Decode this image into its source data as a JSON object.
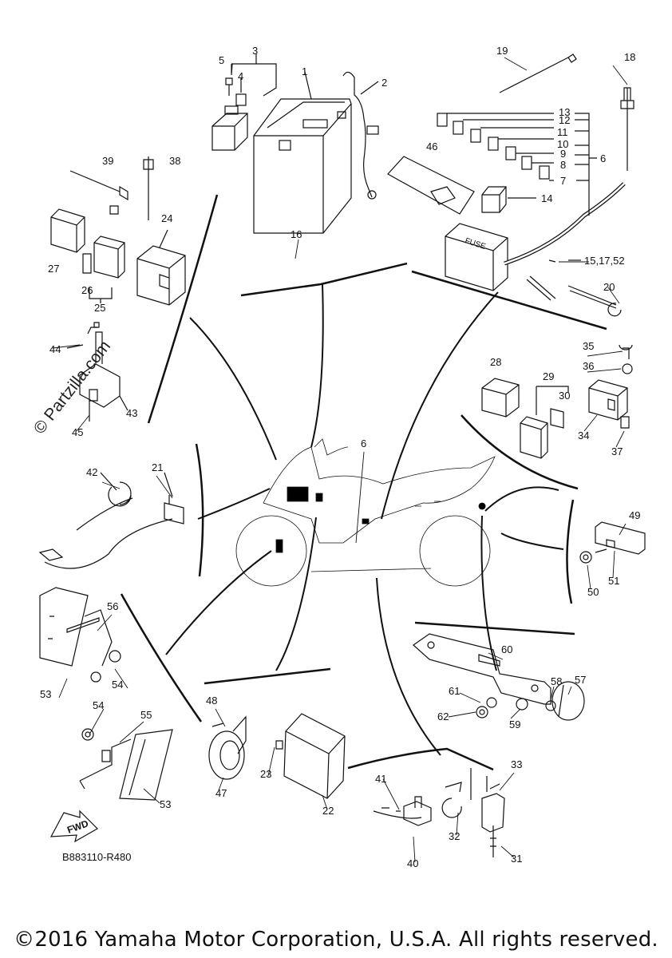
{
  "watermark": "© Partzilla.com",
  "diagram_code": "B883110-R480",
  "fwd_label": "FWD",
  "fuse_label": "FUSE",
  "copyright": "©2016 Yamaha Motor Corporation, U.S.A. All rights reserved.",
  "callouts": {
    "c1": "1",
    "c2": "2",
    "c3": "3",
    "c4": "4",
    "c5": "5",
    "c6a": "6",
    "c6b": "6",
    "c7": "7",
    "c8": "8",
    "c9": "9",
    "c10": "10",
    "c11": "11",
    "c12": "12",
    "c13": "13",
    "c14": "14",
    "c15": "15,17,52",
    "c16": "16",
    "c18": "18",
    "c19": "19",
    "c20": "20",
    "c21": "21",
    "c22": "22",
    "c23": "23",
    "c24": "24",
    "c25": "25",
    "c26": "26",
    "c27": "27",
    "c28": "28",
    "c29": "29",
    "c30": "30",
    "c31": "31",
    "c32": "32",
    "c33": "33",
    "c34": "34",
    "c35": "35",
    "c36": "36",
    "c37": "37",
    "c38": "38",
    "c39": "39",
    "c40": "40",
    "c41": "41",
    "c42": "42",
    "c43": "43",
    "c44": "44",
    "c45": "45",
    "c46": "46",
    "c47": "47",
    "c48": "48",
    "c49": "49",
    "c50": "50",
    "c51": "51",
    "c53a": "53",
    "c53b": "53",
    "c54a": "54",
    "c54b": "54",
    "c55": "55",
    "c56": "56",
    "c57": "57",
    "c58": "58",
    "c59": "59",
    "c60": "60",
    "c61": "61",
    "c62": "62"
  }
}
